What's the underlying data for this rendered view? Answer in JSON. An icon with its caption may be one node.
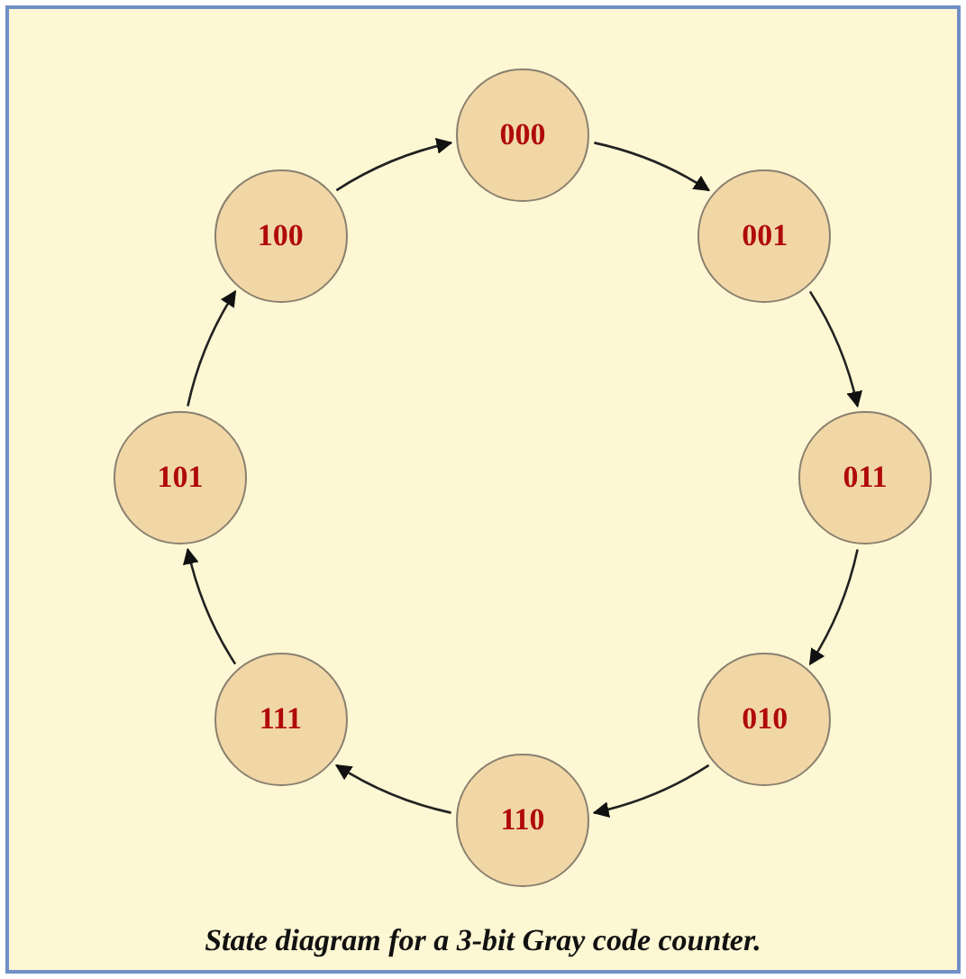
{
  "diagram": {
    "caption": "State diagram for a 3-bit Gray code counter.",
    "nodes": [
      {
        "text": [
          "000"
        ]
      },
      {
        "text": [
          "001"
        ]
      },
      {
        "text": [
          "011"
        ]
      },
      {
        "text": [
          "010"
        ]
      },
      {
        "text": [
          "110"
        ]
      },
      {
        "text": [
          "111"
        ]
      },
      {
        "text": [
          "101"
        ]
      },
      {
        "text": [
          "100"
        ]
      }
    ],
    "edges": [
      {
        "from": 0,
        "to": 1,
        "arrow": "to"
      },
      {
        "from": 1,
        "to": 2,
        "arrow": "to"
      },
      {
        "from": 2,
        "to": 3,
        "arrow": "to"
      },
      {
        "from": 3,
        "to": 4,
        "arrow": "to"
      },
      {
        "from": 4,
        "to": 5,
        "arrow": "to"
      },
      {
        "from": 5,
        "to": 6,
        "arrow": "to"
      },
      {
        "from": 6,
        "to": 7,
        "arrow": "to"
      },
      {
        "from": 7,
        "to": 0,
        "arrow": "to"
      }
    ]
  }
}
